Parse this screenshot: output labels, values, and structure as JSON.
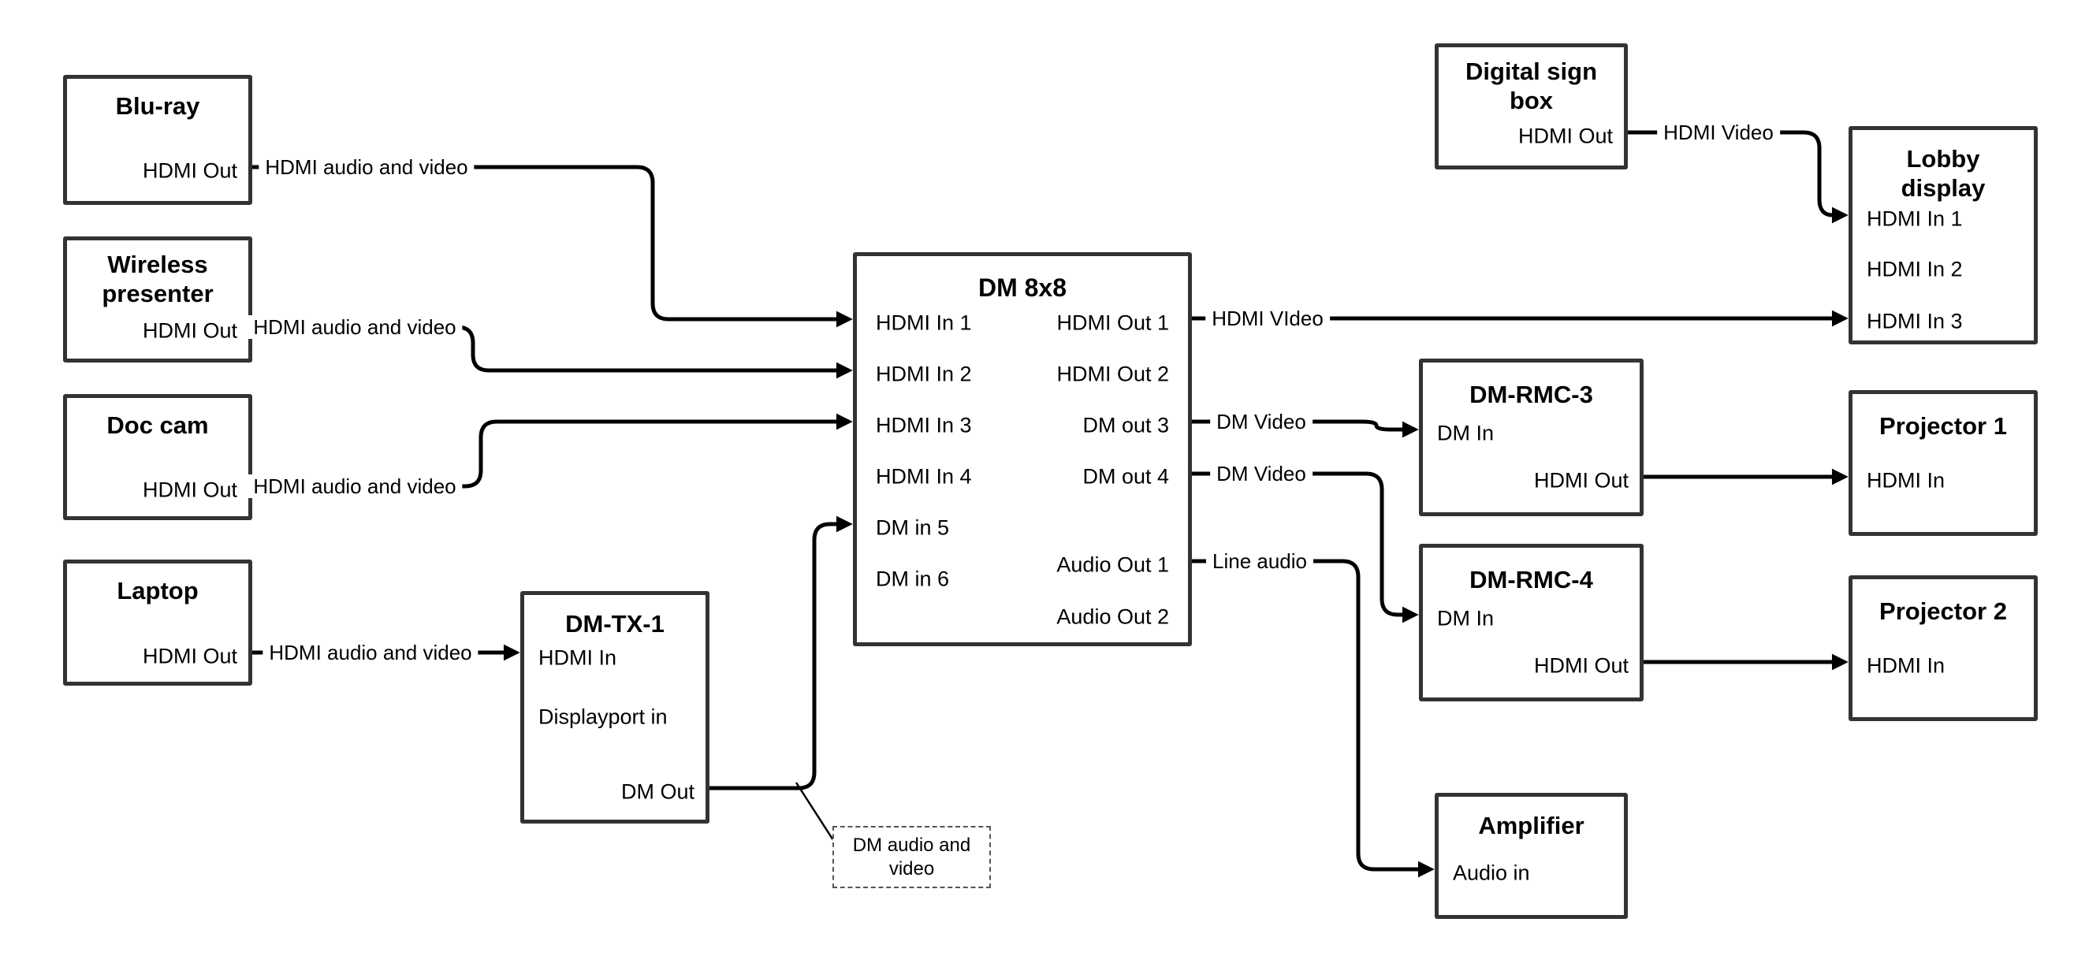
{
  "boxes": {
    "bluray": {
      "title": "Blu-ray",
      "port_hdmi_out": "HDMI Out"
    },
    "wireless": {
      "title": "Wireless presenter",
      "port_hdmi_out": "HDMI Out"
    },
    "doccam": {
      "title": "Doc cam",
      "port_hdmi_out": "HDMI Out"
    },
    "laptop": {
      "title": "Laptop",
      "port_hdmi_out": "HDMI Out"
    },
    "dmtx1": {
      "title": "DM-TX-1",
      "port_hdmi_in": "HDMI In",
      "port_dp_in": "Displayport in",
      "port_dm_out": "DM Out"
    },
    "dm8x8": {
      "title": "DM 8x8",
      "in1": "HDMI In 1",
      "in2": "HDMI In 2",
      "in3": "HDMI In 3",
      "in4": "HDMI In 4",
      "in5": "DM in 5",
      "in6": "DM in 6",
      "out1": "HDMI Out 1",
      "out2": "HDMI Out 2",
      "out3": "DM out 3",
      "out4": "DM out 4",
      "aout1": "Audio Out 1",
      "aout2": "Audio Out 2"
    },
    "digitalsign": {
      "title": "Digital sign box",
      "port_hdmi_out": "HDMI Out"
    },
    "lobby": {
      "title": "Lobby display",
      "in1": "HDMI In 1",
      "in2": "HDMI In 2",
      "in3": "HDMI In 3"
    },
    "dmrmc3": {
      "title": "DM-RMC-3",
      "port_dm_in": "DM In",
      "port_hdmi_out": "HDMI Out"
    },
    "proj1": {
      "title": "Projector 1",
      "port_hdmi_in": "HDMI In"
    },
    "dmrmc4": {
      "title": "DM-RMC-4",
      "port_dm_in": "DM In",
      "port_hdmi_out": "HDMI Out"
    },
    "proj2": {
      "title": "Projector 2",
      "port_hdmi_in": "HDMI In"
    },
    "amplifier": {
      "title": "Amplifier",
      "port_audio_in": "Audio in"
    }
  },
  "labels": {
    "bluray_av": "HDMI audio and video",
    "wireless_av": "HDMI audio and video",
    "doccam_av": "HDMI audio and video",
    "laptop_av": "HDMI audio and video",
    "sign_video": "HDMI Video",
    "out1_video": "HDMI VIdeo",
    "out3_video": "DM Video",
    "out4_video": "DM Video",
    "audio1_line": "Line audio",
    "callout": "DM audio and video"
  },
  "colors": {
    "wire": "#000000",
    "box_border": "#333333",
    "background": "#ffffff"
  }
}
